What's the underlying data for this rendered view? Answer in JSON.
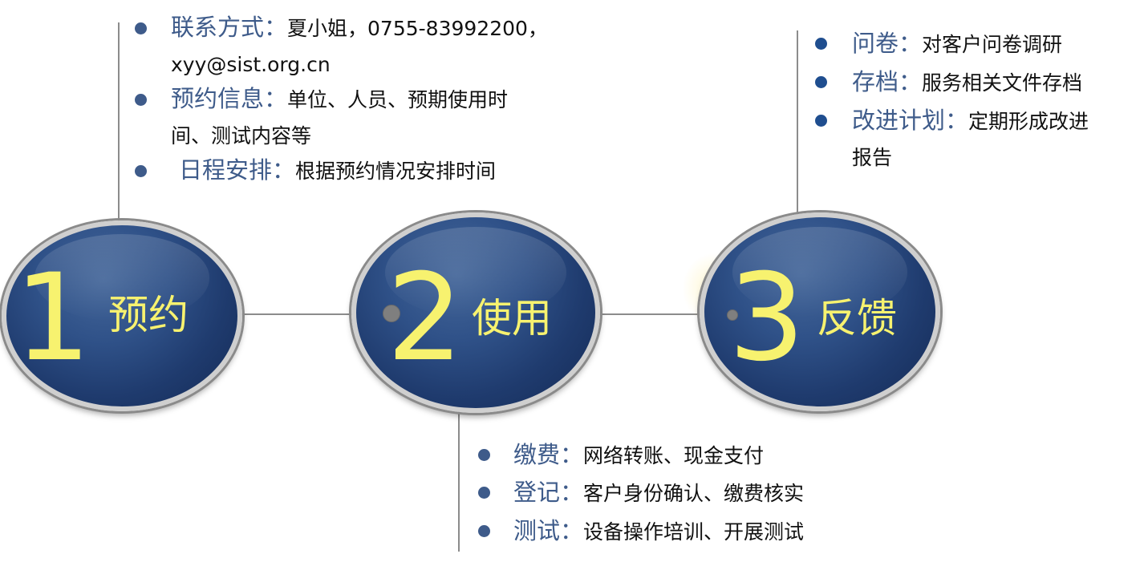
{
  "steps": [
    {
      "number": "1",
      "label": "预约"
    },
    {
      "number": "2",
      "label": "使用"
    },
    {
      "number": "3",
      "label": "反馈"
    }
  ],
  "step1_items": [
    {
      "key": "联系方式：",
      "value": "夏小姐，0755-83992200，",
      "cont": "xyy@sist.org.cn"
    },
    {
      "key": "预约信息：",
      "value": "单位、人员、预期使用时",
      "cont": "间、测试内容等"
    },
    {
      "key": "日程安排：",
      "value": "根据预约情况安排时间"
    }
  ],
  "step2_items": [
    {
      "key": "缴费：",
      "value": "网络转账、现金支付"
    },
    {
      "key": "登记：",
      "value": "客户身份确认、缴费核实"
    },
    {
      "key": "测试：",
      "value": "设备操作培训、开展测试"
    }
  ],
  "step3_items": [
    {
      "key": "问卷：",
      "value": "对客户问卷调研"
    },
    {
      "key": "存档：",
      "value": "服务相关文件存档"
    },
    {
      "key": "改进计划：",
      "value": "定期形成改进",
      "cont": "报告"
    }
  ],
  "colors": {
    "ellipse_fill": "#2a4a80",
    "number_text": "#f7f26f",
    "key_text": "#3e5b8a",
    "bullet_left": "#3e5b8a",
    "bullet_right": "#1f4e8f",
    "connector": "#8c8c8c"
  }
}
